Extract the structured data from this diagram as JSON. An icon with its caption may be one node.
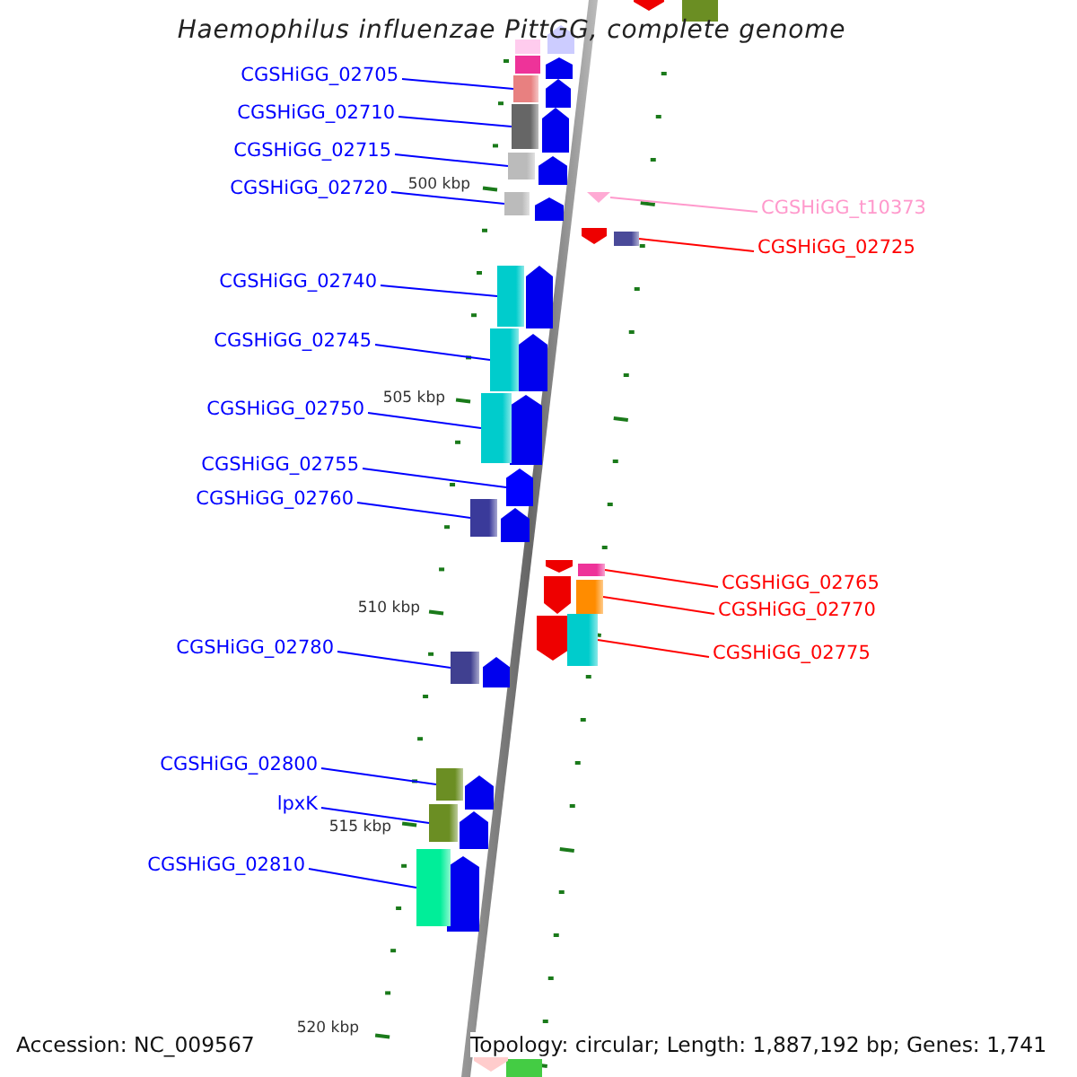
{
  "diagram": {
    "title": "Haemophilus influenzae PittGG, complete genome",
    "nodes": [
      {
        "text": [
          "CGSHiGG_02705"
        ]
      },
      {
        "text": [
          "CGSHiGG_02710"
        ]
      },
      {
        "text": [
          "CGSHiGG_02715"
        ]
      },
      {
        "text": [
          "CGSHiGG_02720"
        ]
      },
      {
        "text": [
          "CGSHiGG_t10373"
        ]
      },
      {
        "text": [
          "CGSHiGG_02725"
        ]
      },
      {
        "text": [
          "CGSHiGG_02740"
        ]
      },
      {
        "text": [
          "CGSHiGG_02745"
        ]
      },
      {
        "text": [
          "CGSHiGG_02750"
        ]
      },
      {
        "text": [
          "CGSHiGG_02755"
        ]
      },
      {
        "text": [
          "CGSHiGG_02760"
        ]
      },
      {
        "text": [
          "CGSHiGG_02765"
        ]
      },
      {
        "text": [
          "CGSHiGG_02770"
        ]
      },
      {
        "text": [
          "CGSHiGG_02775"
        ]
      },
      {
        "text": [
          "CGSHiGG_02780"
        ]
      },
      {
        "text": [
          "CGSHiGG_02800"
        ]
      },
      {
        "text": [
          "lpxK"
        ]
      },
      {
        "text": [
          "CGSHiGG_02810"
        ]
      },
      {
        "text": [],
        "shape": "box"
      },
      {
        "text": [],
        "shape": "box"
      },
      {
        "text": [],
        "shape": "box"
      },
      {
        "text": [],
        "shape": "box"
      },
      {
        "text": [],
        "shape": "triangle"
      },
      {
        "text": [],
        "shape": "box"
      },
      {
        "text": [],
        "shape": "box"
      },
      {
        "text": [],
        "shape": "box"
      },
      {
        "text": [],
        "shape": "box"
      },
      {
        "text": [],
        "shape": "arrow"
      },
      {
        "text": [],
        "shape": "box"
      },
      {
        "text": [],
        "shape": "box"
      },
      {
        "text": [],
        "shape": "box"
      },
      {
        "text": [],
        "shape": "box"
      },
      {
        "text": [],
        "shape": "box"
      },
      {
        "text": [],
        "shape": "box"
      },
      {
        "text": [],
        "shape": "box"
      },
      {
        "text": [],
        "shape": "box"
      }
    ],
    "edges": [
      {
        "from": 0,
        "to": 18,
        "arrow": "none"
      },
      {
        "from": 1,
        "to": 19,
        "arrow": "none"
      },
      {
        "from": 2,
        "to": 20,
        "arrow": "none"
      },
      {
        "from": 3,
        "to": 21,
        "arrow": "none"
      },
      {
        "from": 4,
        "to": 22,
        "arrow": "none",
        "color": "#ff99cc"
      },
      {
        "from": 5,
        "to": 23,
        "arrow": "none",
        "color": "#ff0000"
      },
      {
        "from": 6,
        "to": 24,
        "arrow": "none"
      },
      {
        "from": 7,
        "to": 25,
        "arrow": "none"
      },
      {
        "from": 8,
        "to": 26,
        "arrow": "none"
      },
      {
        "from": 9,
        "to": 27,
        "arrow": "none"
      },
      {
        "from": 10,
        "to": 28,
        "arrow": "none"
      },
      {
        "from": 11,
        "to": 29,
        "arrow": "none",
        "color": "#ff0000"
      },
      {
        "from": 12,
        "to": 30,
        "arrow": "none",
        "color": "#ff0000"
      },
      {
        "from": 13,
        "to": 31,
        "arrow": "none",
        "color": "#ff0000"
      },
      {
        "from": 14,
        "to": 32,
        "arrow": "none"
      },
      {
        "from": 15,
        "to": 33,
        "arrow": "none"
      },
      {
        "from": 16,
        "to": 34,
        "arrow": "none"
      },
      {
        "from": 17,
        "to": 35,
        "arrow": "none"
      }
    ],
    "labels": [
      "500 kbp",
      "505 kbp",
      "510 kbp",
      "515 kbp",
      "520 kbp",
      "Accession: NC_009567",
      "Topology: circular; Length: 1,887,192 bp; Genes: 1,741"
    ]
  }
}
